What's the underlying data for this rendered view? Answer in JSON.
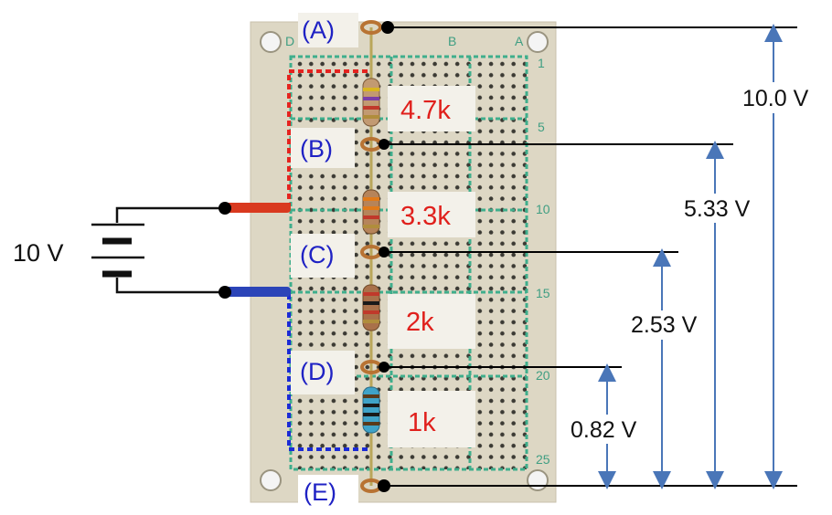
{
  "nodes": [
    {
      "id": "A",
      "label": "(A)"
    },
    {
      "id": "B",
      "label": "(B)"
    },
    {
      "id": "C",
      "label": "(C)"
    },
    {
      "id": "D",
      "label": "(D)"
    },
    {
      "id": "E",
      "label": "(E)"
    }
  ],
  "resistors": [
    {
      "label": "4.7k"
    },
    {
      "label": "3.3k"
    },
    {
      "label": "2k"
    },
    {
      "label": "1k"
    }
  ],
  "voltages": [
    {
      "label": "10.0 V"
    },
    {
      "label": "5.33 V"
    },
    {
      "label": "2.53 V"
    },
    {
      "label": "0.82 V"
    }
  ],
  "battery": {
    "label": "10 V"
  },
  "board_marks": {
    "col_a": "A",
    "col_b": "B",
    "col_d": "D",
    "row_1": "1",
    "row_5": "5",
    "row_10": "10",
    "row_15": "15",
    "row_20": "20",
    "row_25": "25"
  },
  "colors": {
    "node_label": "#1f22c4",
    "resistor_label": "#e0201c",
    "arrow": "#4a76b8",
    "board": "#ddd7c4"
  }
}
